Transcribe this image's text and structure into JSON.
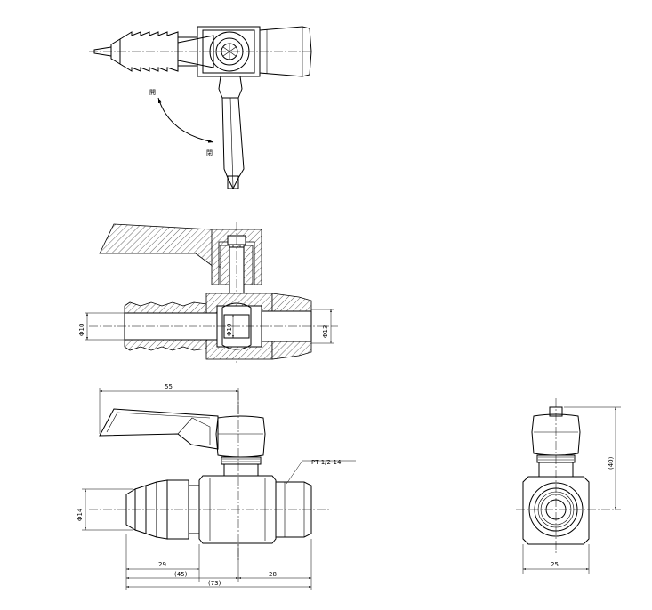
{
  "top_view": {
    "label_open": "開",
    "label_close": "閉"
  },
  "section_view": {
    "dia_inlet": "Φ10",
    "dia_bore": "Φ10",
    "dia_outlet": "Φ13"
  },
  "front_view": {
    "dim_overall_top": "55",
    "thread_label": "PT 1/2-14",
    "dia_hose": "Φ14",
    "dim_hose": "29",
    "dim_mid": "(45)",
    "dim_right": "28",
    "dim_total": "(73)"
  },
  "side_view": {
    "dim_height": "(40)",
    "dim_width": "25"
  }
}
